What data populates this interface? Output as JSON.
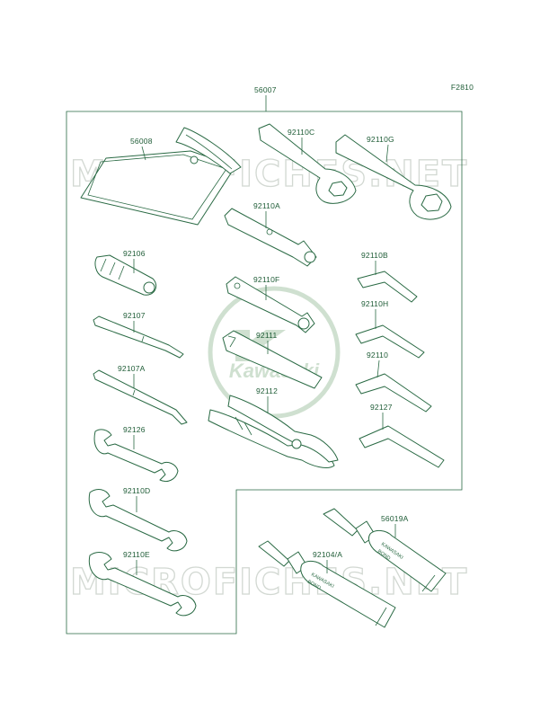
{
  "figure_code": "F2810",
  "watermark": "MICROFICHES.NET",
  "brand": "Kawasaki",
  "tube_text": {
    "brand": "KAWASAKI",
    "product": "BOND"
  },
  "labels": {
    "p56007": "56007",
    "p56008": "56008",
    "p92110C": "92110C",
    "p92110G": "92110G",
    "p92110A": "92110A",
    "p92106": "92106",
    "p92110B": "92110B",
    "p92110F": "92110F",
    "p92107": "92107",
    "p92110H": "92110H",
    "p92111": "92111",
    "p92107A": "92107A",
    "p92110": "92110",
    "p92112": "92112",
    "p92127": "92127",
    "p92126": "92126",
    "p92110D": "92110D",
    "p56019A": "56019A",
    "p92104A": "92104/A",
    "p92110E": "92110E"
  },
  "colors": {
    "line": "#2a6a44",
    "watermark": "#d2d8d2",
    "logo": "#cfe0d0"
  }
}
